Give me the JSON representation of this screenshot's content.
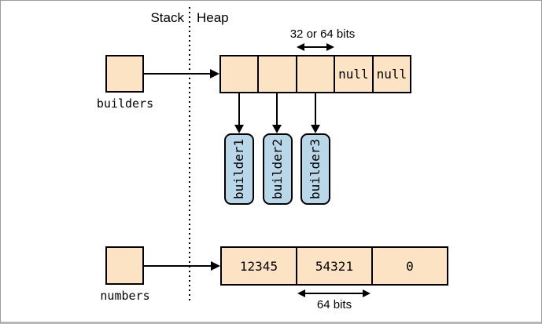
{
  "regions": {
    "stack_label": "Stack",
    "heap_label": "Heap"
  },
  "builders": {
    "var_label": "builders",
    "cells": [
      "",
      "",
      "",
      "null",
      "null"
    ],
    "size_annotation": "32 or 64 bits",
    "heap_objects": [
      "builder1",
      "builder2",
      "builder3"
    ]
  },
  "numbers": {
    "var_label": "numbers",
    "cells": [
      "12345",
      "54321",
      "0"
    ],
    "size_annotation": "64 bits"
  },
  "colors": {
    "cell_fill": "#fce3c4",
    "object_fill": "#b8d7e9",
    "line": "#000000",
    "frame_border": "#9c9c9c"
  }
}
